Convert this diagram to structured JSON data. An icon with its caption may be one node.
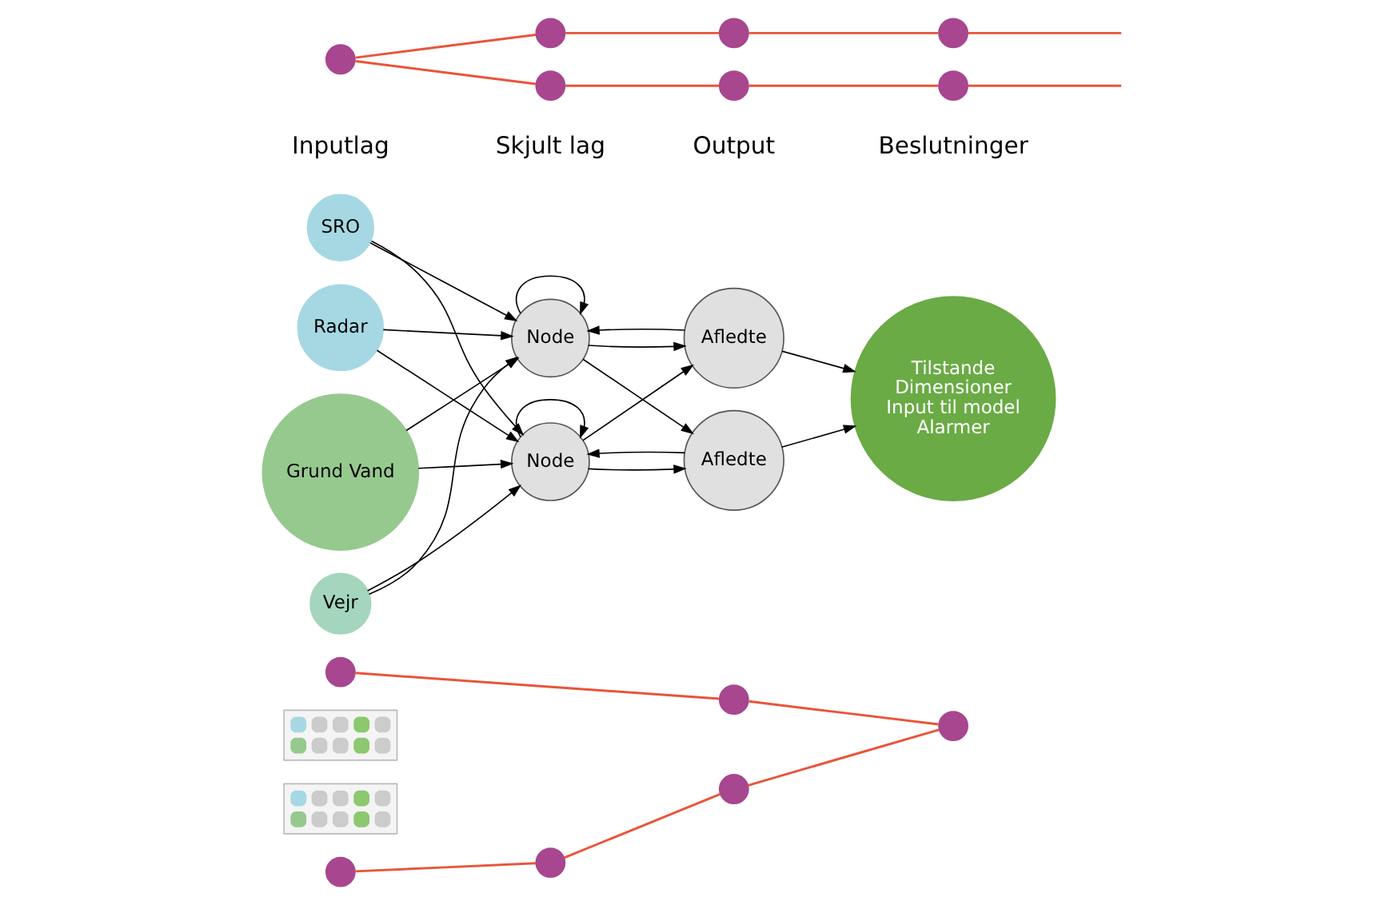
{
  "diagram": {
    "nodes": [
      {
        "text": [
          "SRO"
        ]
      },
      {
        "text": [
          "Radar"
        ]
      },
      {
        "text": [
          "Grund Vand"
        ]
      },
      {
        "text": [
          "Vejr"
        ]
      },
      {
        "text": [
          "Node"
        ]
      },
      {
        "text": [
          "Node"
        ]
      },
      {
        "text": [
          "Afledte"
        ]
      },
      {
        "text": [
          "Afledte"
        ]
      },
      {
        "text": [
          "Tilstande",
          "Dimensioner",
          "Input til model",
          "Alarmer"
        ]
      },
      {
        "text": [],
        "shape": "picture"
      },
      {
        "text": [],
        "shape": "circle"
      },
      {
        "text": [],
        "shape": "circle"
      },
      {
        "text": [],
        "shape": "circle"
      },
      {
        "text": [],
        "shape": "circle"
      },
      {
        "text": [],
        "shape": "circle"
      },
      {
        "text": [],
        "shape": "circle"
      },
      {
        "text": [],
        "shape": "picture"
      },
      {
        "text": [],
        "shape": "circle"
      },
      {
        "text": [],
        "shape": "circle"
      },
      {
        "text": [],
        "shape": "circle"
      },
      {
        "text": [],
        "shape": "circle"
      },
      {
        "text": [],
        "shape": "circle"
      },
      {
        "text": [],
        "shape": "circle"
      },
      {
        "text": [],
        "shape": "circle"
      }
    ],
    "edges": [
      {
        "from": 0,
        "to": 4,
        "arrow": "to"
      },
      {
        "from": 0,
        "to": 5,
        "arrow": "to"
      },
      {
        "from": 1,
        "to": 4,
        "arrow": "to"
      },
      {
        "from": 1,
        "to": 5,
        "arrow": "to"
      },
      {
        "from": 2,
        "to": 4,
        "arrow": "to"
      },
      {
        "from": 2,
        "to": 5,
        "arrow": "to"
      },
      {
        "from": 3,
        "to": 4,
        "arrow": "to"
      },
      {
        "from": 3,
        "to": 5,
        "arrow": "to"
      },
      {
        "from": 4,
        "to": 4,
        "arrow": "to"
      },
      {
        "from": 5,
        "to": 5,
        "arrow": "to"
      },
      {
        "from": 4,
        "to": 6,
        "arrow": "to"
      },
      {
        "from": 4,
        "to": 7,
        "arrow": "to"
      },
      {
        "from": 5,
        "to": 6,
        "arrow": "to"
      },
      {
        "from": 5,
        "to": 7,
        "arrow": "to"
      },
      {
        "from": 6,
        "to": 4,
        "arrow": "to"
      },
      {
        "from": 7,
        "to": 5,
        "arrow": "to"
      },
      {
        "from": 6,
        "to": 8,
        "arrow": "to"
      },
      {
        "from": 7,
        "to": 8,
        "arrow": "to"
      },
      {
        "from": 10,
        "to": 11,
        "arrow": "none",
        "color": "#e8553a"
      },
      {
        "from": 11,
        "to": 15,
        "arrow": "none",
        "color": "#e8553a"
      },
      {
        "from": 12,
        "to": 13,
        "arrow": "none",
        "color": "#e8553a"
      },
      {
        "from": 13,
        "to": 14,
        "arrow": "none",
        "color": "#e8553a"
      },
      {
        "from": 14,
        "to": 15,
        "arrow": "none",
        "color": "#e8553a"
      },
      {
        "from": 17,
        "to": 18,
        "arrow": "none",
        "color": "#e8553a"
      },
      {
        "from": 18,
        "to": 19,
        "arrow": "none",
        "color": "#e8553a"
      },
      {
        "from": 19,
        "to": 20,
        "arrow": "none",
        "color": "#e8553a"
      },
      {
        "from": 20,
        "to": null,
        "arrow": "none",
        "color": "#e8553a"
      },
      {
        "from": 17,
        "to": 21,
        "arrow": "none",
        "color": "#e8553a"
      },
      {
        "from": 21,
        "to": 22,
        "arrow": "none",
        "color": "#e8553a"
      },
      {
        "from": 22,
        "to": 23,
        "arrow": "none",
        "color": "#e8553a"
      },
      {
        "from": 23,
        "to": null,
        "arrow": "none",
        "color": "#e8553a"
      }
    ],
    "labels": [
      "Inputlag",
      "Skjult lag",
      "Output",
      "Beslutninger"
    ]
  }
}
